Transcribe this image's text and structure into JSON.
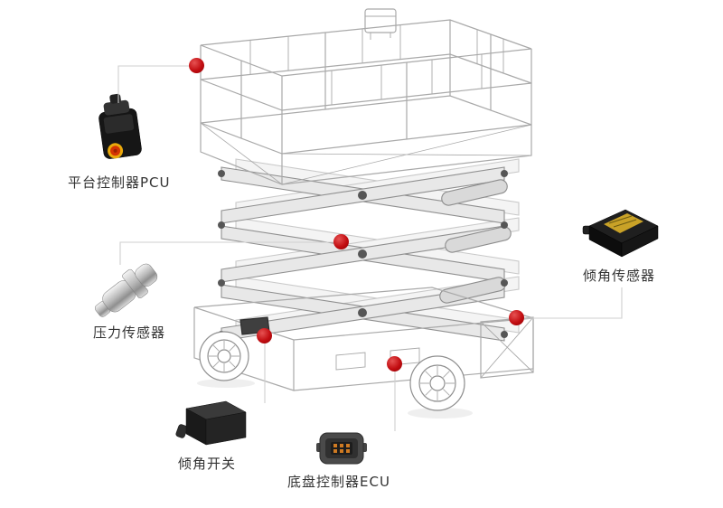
{
  "diagram": {
    "colors": {
      "marker_color": "#c20d11",
      "label_color": "#333333",
      "connector_line_color": "#cfcfcf"
    },
    "components": {
      "pcu": {
        "label": "平台控制器PCU"
      },
      "pressure_sensor": {
        "label": "压力传感器"
      },
      "tilt_switch": {
        "label": "倾角开关"
      },
      "ecu": {
        "label": "底盘控制器ECU"
      },
      "tilt_sensor": {
        "label": "倾角传感器"
      }
    }
  }
}
